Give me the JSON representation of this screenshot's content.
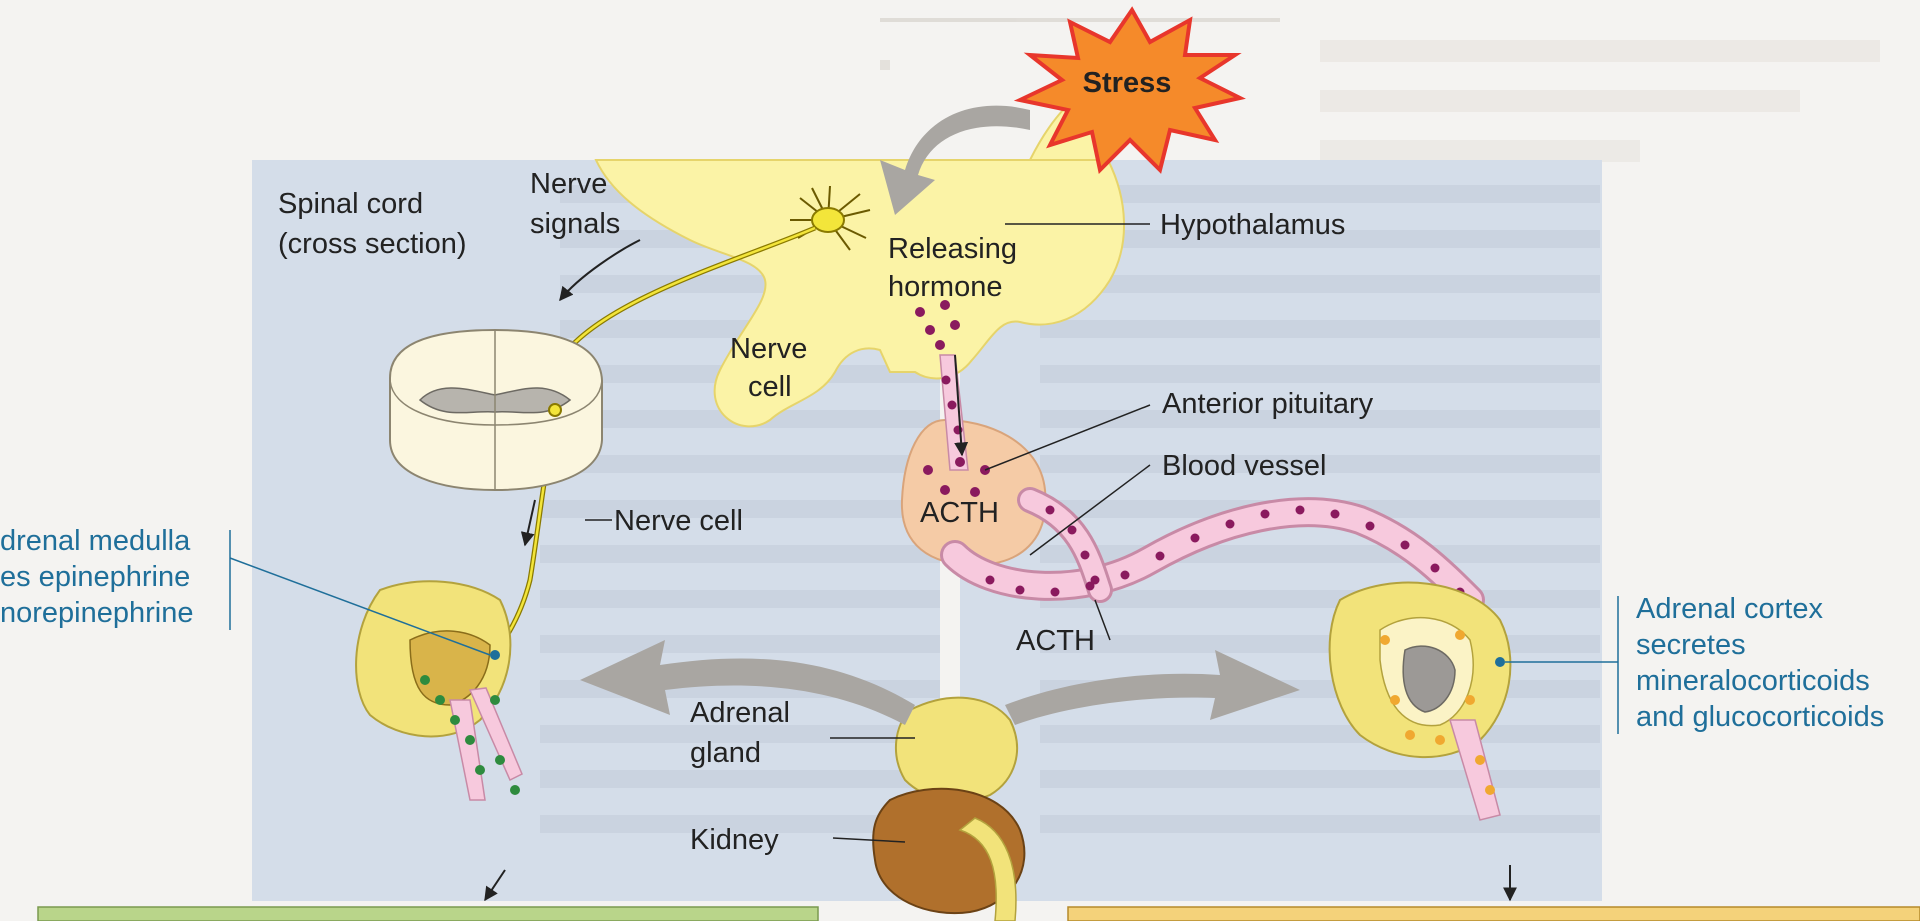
{
  "diagram": {
    "stress": "Stress",
    "hypothalamus": "Hypothalamus",
    "releasing_hormone": [
      "Releasing",
      "hormone"
    ],
    "nerve_signals": [
      "Nerve",
      "signals"
    ],
    "spinal_cord": [
      "Spinal cord",
      "(cross section)"
    ],
    "nerve_cell_upper": [
      "Nerve",
      "cell"
    ],
    "anterior_pituitary": "Anterior pituitary",
    "blood_vessel": "Blood vessel",
    "acth_inner": "ACTH",
    "acth_outer": "ACTH",
    "nerve_cell_lower": "Nerve cell",
    "adrenal_gland": [
      "Adrenal",
      "gland"
    ],
    "kidney": "Kidney",
    "adrenal_medulla": [
      "drenal medulla",
      "es epinephrine",
      "norepinephrine"
    ],
    "adrenal_cortex": [
      "Adrenal cortex",
      "secretes",
      "mineralocorticoids",
      "and glucocorticoids"
    ]
  },
  "colors": {
    "hypothalamus_yellow": "#fbf3a6",
    "pituitary_peach": "#f5cba6",
    "vessel_pink": "#f7c9dd",
    "vessel_dot": "#8a1a5e",
    "medulla_dot": "#2e8b3e",
    "cortex_dot": "#f0a830",
    "stress_red": "#e8362c",
    "stress_orange": "#f58a2a",
    "label_blue": "#1f6f9a",
    "panel_blue": "#cdd8e6",
    "green_bar": "#b9d58a",
    "yellow_bar": "#f4d27a",
    "kidney_brown": "#b0702c"
  }
}
